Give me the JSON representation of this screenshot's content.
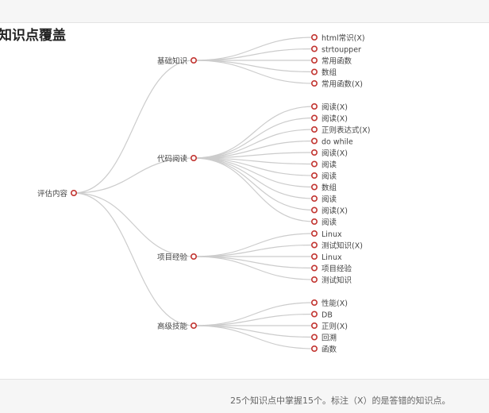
{
  "page": {
    "title": "知识点覆盖",
    "footer": "25个知识点中掌握15个。标注（X）的是答错的知识点。"
  },
  "colors": {
    "link": "#cccccc",
    "node_stroke": "#c23531",
    "node_fill": "#ffffff",
    "text": "#444444"
  },
  "tree": {
    "root": "评估内容",
    "branches": [
      {
        "label": "基础知识",
        "leaves": [
          "html常识(X)",
          "strtoupper",
          "常用函数",
          "数组",
          "常用函数(X)"
        ]
      },
      {
        "label": "代码阅读",
        "leaves": [
          "阅读(X)",
          "阅读(X)",
          "正则表达式(X)",
          "do while",
          "阅读(X)",
          "阅读",
          "阅读",
          "数组",
          "阅读",
          "阅读(X)",
          "阅读"
        ]
      },
      {
        "label": "项目经验",
        "leaves": [
          "Linux",
          "测试知识(X)",
          "Linux",
          "项目经验",
          "测试知识"
        ]
      },
      {
        "label": "高级技能",
        "leaves": [
          "性能(X)",
          "DB",
          "正则(X)",
          "回溯",
          "函数"
        ]
      }
    ]
  }
}
